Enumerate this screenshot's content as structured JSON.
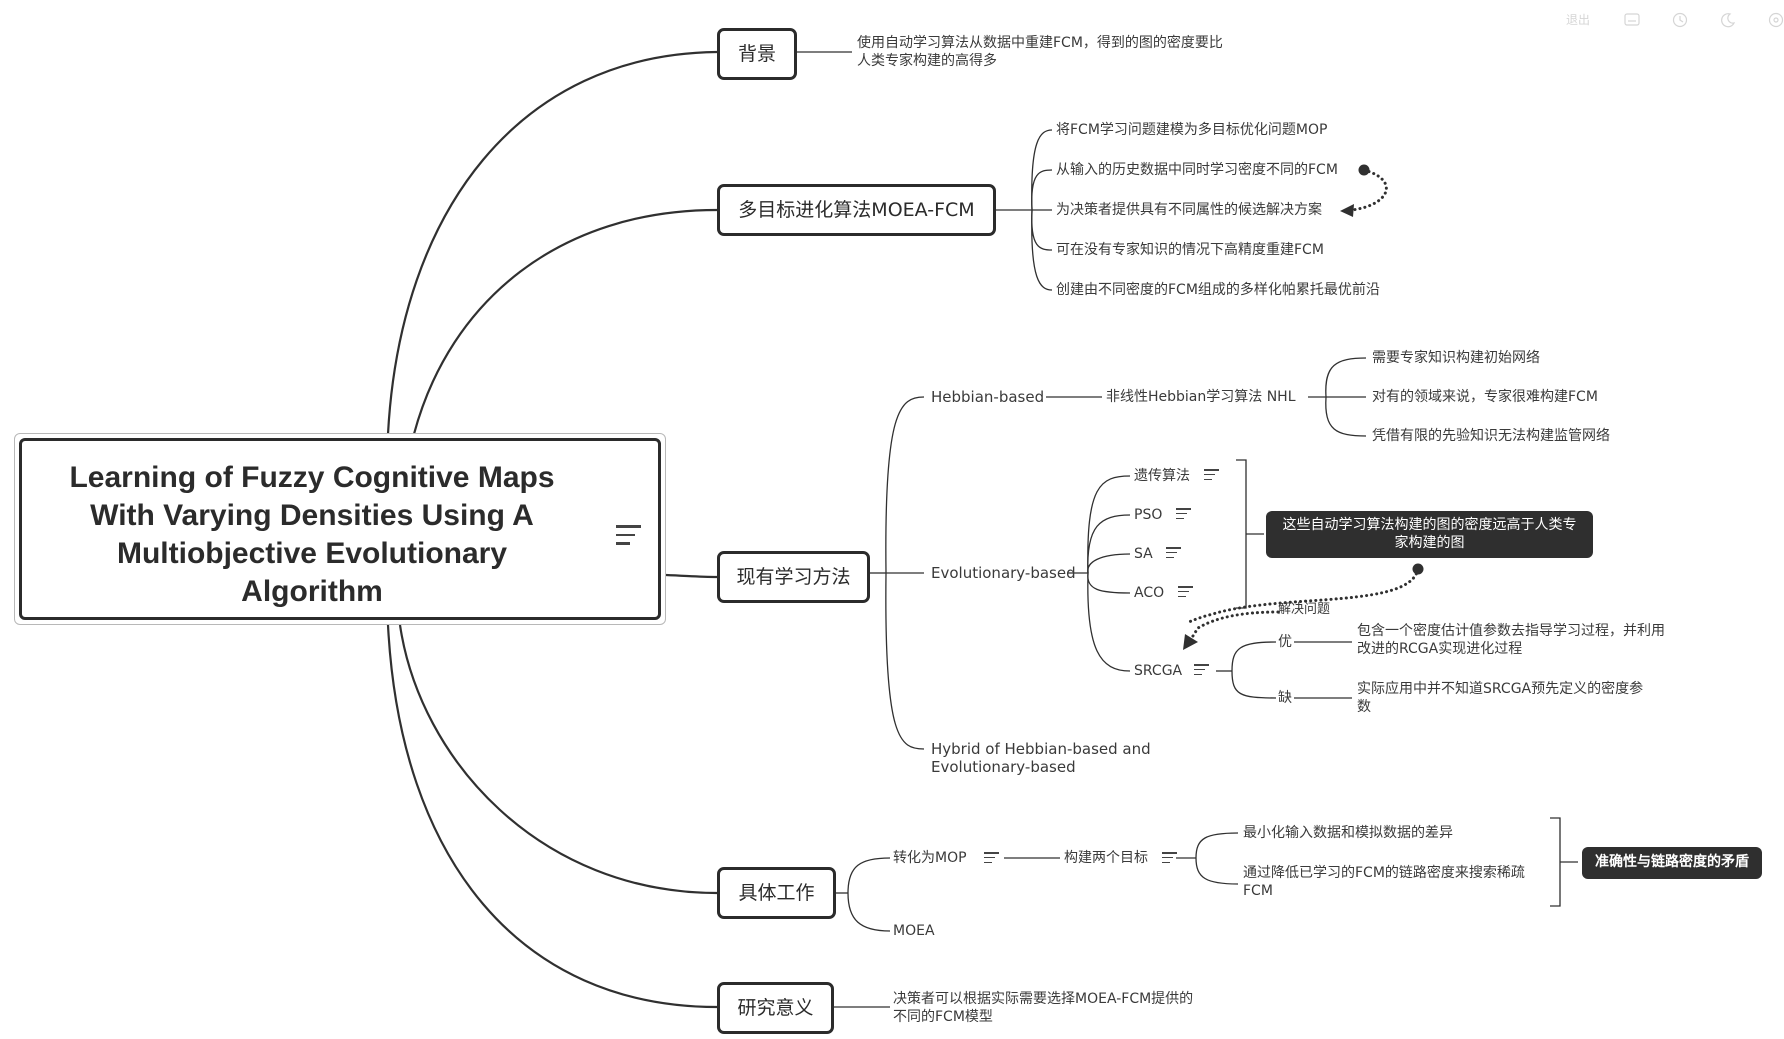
{
  "toolbar": {
    "exit_label": "退出"
  },
  "root": {
    "title": "Learning of Fuzzy Cognitive Maps With Varying Densities Using A Multiobjective Evolutionary Algorithm"
  },
  "topics": {
    "background": {
      "label": "背景",
      "text": "使用自动学习算法从数据中重建FCM，得到的图的密度要比人类专家构建的高得多"
    },
    "moea": {
      "label": "多目标进化算法MOEA-FCM",
      "items": [
        "将FCM学习问题建模为多目标优化问题MOP",
        "从输入的历史数据中同时学习密度不同的FCM",
        "为决策者提供具有不同属性的候选解决方案",
        "可在没有专家知识的情况下高精度重建FCM",
        "创建由不同密度的FCM组成的多样化帕累托最优前沿"
      ]
    },
    "existing": {
      "label": "现有学习方法",
      "hebbian": {
        "label": "Hebbian-based",
        "child": "非线性Hebbian学习算法  NHL",
        "items": [
          "需要专家知识构建初始网络",
          "对有的领域来说，专家很难构建FCM",
          "凭借有限的先验知识无法构建监管网络"
        ]
      },
      "evolutionary": {
        "label": "Evolutionary-based",
        "methods": [
          "遗传算法",
          "PSO",
          "SA",
          "ACO",
          "SRCGA"
        ],
        "summary": "这些自动学习算法构建的图的密度远高于人类专家构建的图",
        "relation_label": "解决问题",
        "srcga_pros_label": "优",
        "srcga_pros": "包含一个密度估计值参数去指导学习过程，并利用改进的RCGA实现进化过程",
        "srcga_cons_label": "缺",
        "srcga_cons": "实际应用中并不知道SRCGA预先定义的密度参数"
      },
      "hybrid": {
        "label": "Hybrid of Hebbian-based and Evolutionary-based"
      }
    },
    "work": {
      "label": "具体工作",
      "mop": "转化为MOP",
      "goals": "构建两个目标",
      "goal_items": [
        "最小化输入数据和模拟数据的差异",
        "通过降低已学习的FCM的链路密度来搜索稀疏FCM"
      ],
      "summary": "准确性与链路密度的矛盾",
      "moea_label": "MOEA"
    },
    "significance": {
      "label": "研究意义",
      "text": "决策者可以根据实际需要选择MOEA-FCM提供的不同的FCM模型"
    }
  },
  "colors": {
    "line": "#303030",
    "node_border": "#2b2b2b",
    "highlight_bg": "#2f2f2f",
    "highlight_text": "#ffffff"
  }
}
